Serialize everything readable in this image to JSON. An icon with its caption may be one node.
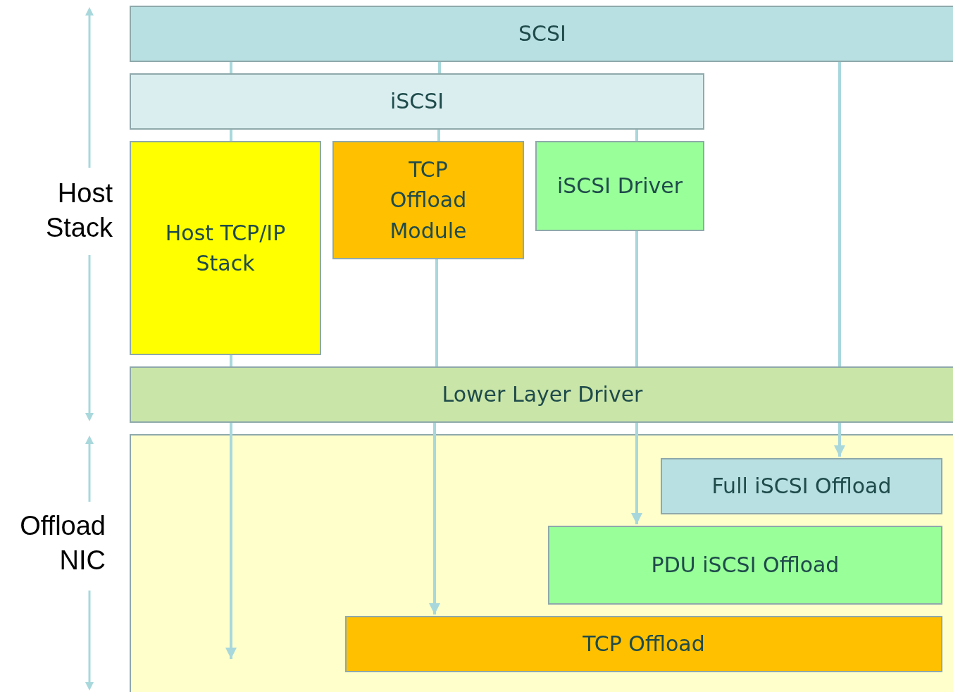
{
  "diagram": {
    "nodes": [
      {
        "text": [
          "SCSI"
        ]
      },
      {
        "text": [
          "iSCSI"
        ]
      },
      {
        "text": [
          "Host TCP/IP Stack"
        ]
      },
      {
        "text": [
          "TCP Offload Module"
        ]
      },
      {
        "text": [
          "iSCSI Driver"
        ]
      },
      {
        "text": [
          "Lower Layer Driver"
        ]
      },
      {
        "text": [],
        "shape": "box"
      },
      {
        "text": [
          "Full iSCSI Offload"
        ],
        "in": 6
      },
      {
        "text": [
          "PDU iSCSI Offload"
        ],
        "in": 6
      },
      {
        "text": [
          "TCP Offload"
        ],
        "in": 6
      }
    ],
    "edges": [
      {
        "from": 0,
        "to": 1,
        "arrow": "none"
      },
      {
        "from": 1,
        "to": 2,
        "arrow": "none"
      },
      {
        "from": 2,
        "to": 5,
        "arrow": "none"
      },
      {
        "from": 5,
        "to": null,
        "arrow": "to"
      },
      {
        "from": 0,
        "to": 1,
        "arrow": "none"
      },
      {
        "from": 1,
        "to": 3,
        "arrow": "none"
      },
      {
        "from": 3,
        "to": 5,
        "arrow": "none"
      },
      {
        "from": 5,
        "to": 9,
        "arrow": "to"
      },
      {
        "from": 1,
        "to": 4,
        "arrow": "none"
      },
      {
        "from": 4,
        "to": 5,
        "arrow": "none"
      },
      {
        "from": 5,
        "to": 8,
        "arrow": "to"
      },
      {
        "from": 0,
        "to": 5,
        "arrow": "none"
      },
      {
        "from": 5,
        "to": 7,
        "arrow": "to"
      }
    ],
    "labels": [
      "Host Stack",
      "Offload NIC"
    ]
  }
}
